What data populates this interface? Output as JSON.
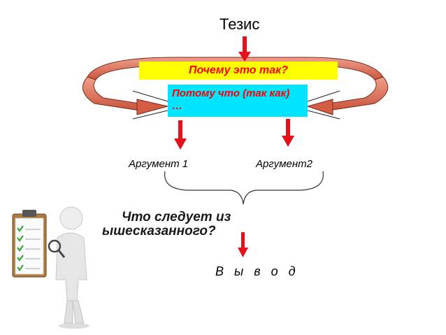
{
  "thesis": "Тезис",
  "question": "Почему это так?",
  "answer_line1": "Потому что (так как)",
  "answer_line2": "…",
  "argument1": "Аргумент 1",
  "argument2": "Аргумент2",
  "follow_line1": "Что  следует из",
  "follow_line2": "ышесказанного?",
  "conclusion": "В ы в о д",
  "colors": {
    "question_box": "#ffff00",
    "answer_box": "#00e5ff",
    "question_text": "#ff0000",
    "arrow": "#e5101a",
    "loop": "#e8826c"
  },
  "icons": [
    "checklist-clipboard-icon",
    "magnifier-person-icon"
  ]
}
